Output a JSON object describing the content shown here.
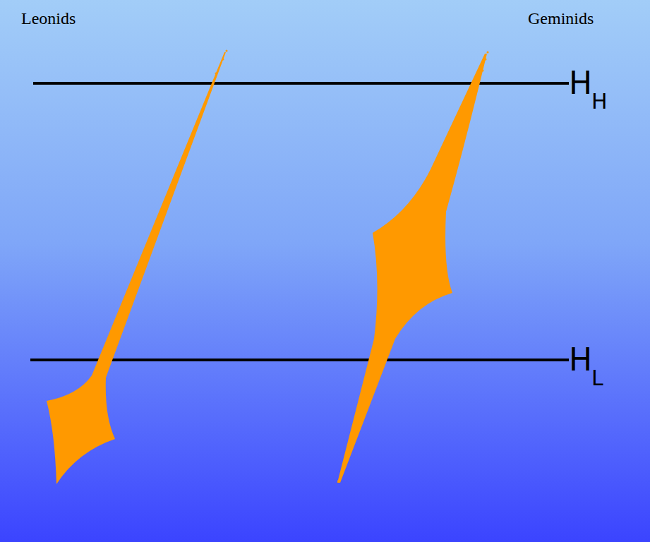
{
  "diagram": {
    "labels": [
      "Leonids",
      "Geminids",
      "H",
      "H",
      "H",
      "L"
    ]
  }
}
